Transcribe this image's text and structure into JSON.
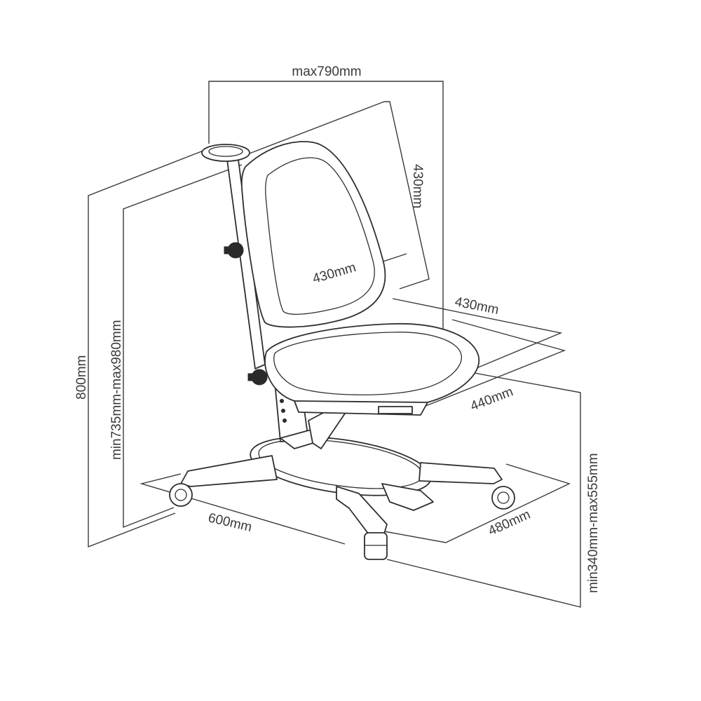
{
  "dimensions": {
    "overall_depth": "max790mm",
    "back_height": "430mm",
    "back_width": "430mm",
    "seat_width": "430mm",
    "seat_depth": "440mm",
    "overall_height": "800mm",
    "back_top_height_range": "min735mm-max980mm",
    "seat_height_range": "min340mm-max555mm",
    "base_width": "600mm",
    "base_depth": "480mm"
  },
  "colors": {
    "line": "#2f2f2f",
    "background": "#ffffff"
  }
}
